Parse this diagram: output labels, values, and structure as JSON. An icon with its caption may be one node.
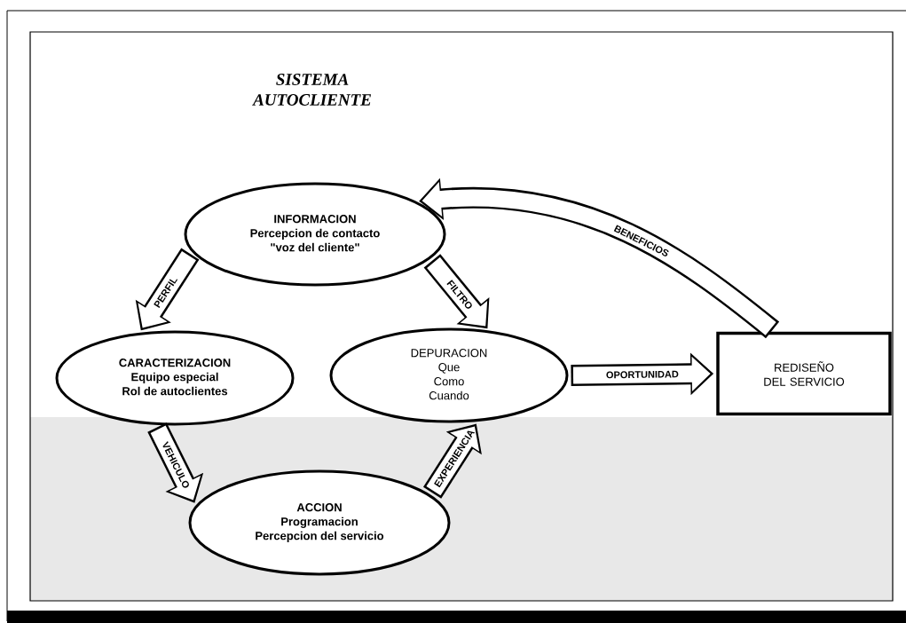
{
  "diagram": {
    "title": "SISTEMA AUTOCLIENTE",
    "nodes": [
      {
        "text": [
          "INFORMACION",
          "Percepcion de contacto",
          "\"voz del cliente\""
        ]
      },
      {
        "text": [
          "CARACTERIZACION",
          "Equipo especial",
          "Rol de autoclientes"
        ]
      },
      {
        "text": [
          "DEPURACION",
          "Que",
          "Como",
          "Cuando"
        ]
      },
      {
        "text": [
          "ACCION",
          "Programacion",
          "Percepcion del servicio"
        ]
      },
      {
        "text": [
          "REDISEÑO DEL SERVICIO"
        ]
      }
    ],
    "edges": [
      {
        "from": 0,
        "to": 1,
        "arrow": "to",
        "label": "PERFIL"
      },
      {
        "from": 0,
        "to": 2,
        "arrow": "to",
        "label": "FILTRO"
      },
      {
        "from": 1,
        "to": 3,
        "arrow": "to",
        "label": "VEHICULO"
      },
      {
        "from": 3,
        "to": 2,
        "arrow": "to",
        "label": "EXPERIENCIA"
      },
      {
        "from": 2,
        "to": 4,
        "arrow": "to",
        "label": "OPORTUNIDAD"
      },
      {
        "from": 4,
        "to": 0,
        "arrow": "to",
        "label": "BENEFICIOS"
      }
    ]
  }
}
